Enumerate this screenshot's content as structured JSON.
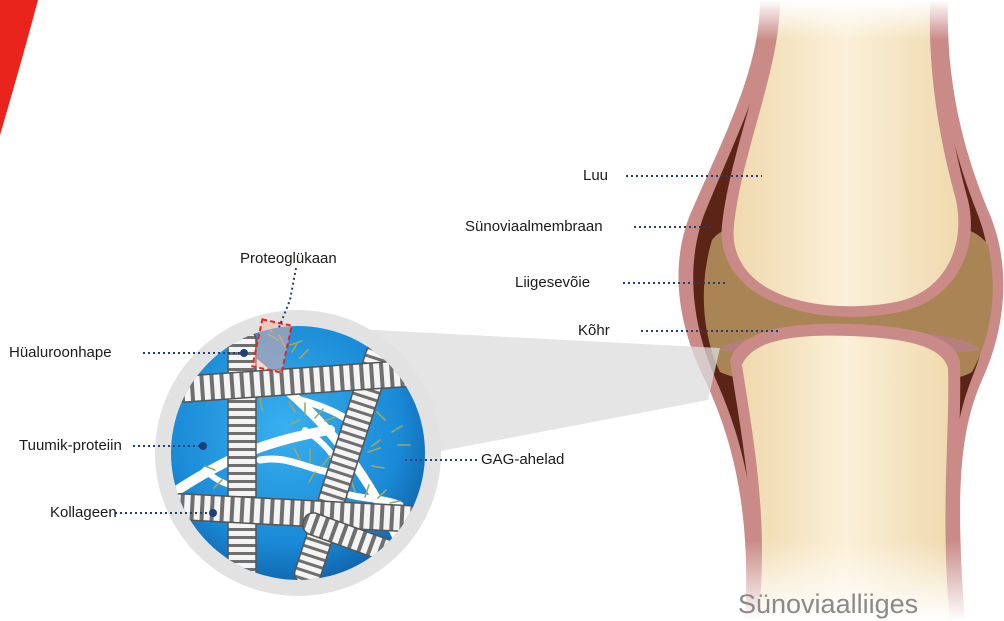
{
  "joint": {
    "title": "Sünoviaalliiges",
    "labels": {
      "bone": "Luu",
      "membrane": "Sünoviaalmembraan",
      "fluid": "Liigesevõie",
      "cartilage": "Kõhr"
    }
  },
  "zoom": {
    "labels": {
      "proteoglycan": "Proteoglükaan",
      "hyaluronic": "Hüaluroonhape",
      "core_protein": "Tuumik-proteiin",
      "collagen": "Kollageen",
      "gag": "GAG-ahelad"
    }
  },
  "colors": {
    "bone": "#f5e6c6",
    "membrane": "#c98a88",
    "fluid": "#a98555",
    "capsule_dark": "#5b2417",
    "zoom_blue": "#1c8fd8",
    "leader": "#1f3f78",
    "accent_red": "#e8241c"
  }
}
